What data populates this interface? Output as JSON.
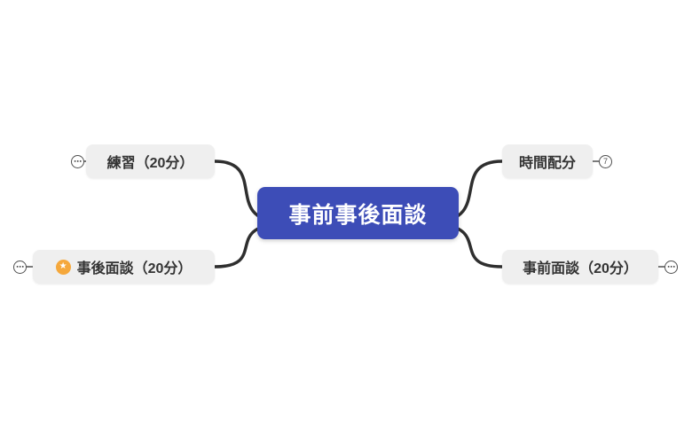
{
  "colors": {
    "root_bg": "#3d4db7",
    "root_text": "#ffffff",
    "branch_bg": "#efefef",
    "branch_text": "#333333",
    "connector": "#2f2f2f",
    "handle_border": "#4f4f4f",
    "star_badge": "#f5a83c"
  },
  "icons": {
    "star_glyph": "★"
  },
  "mindmap": {
    "root": {
      "label": "事前事後面談"
    },
    "branches": [
      {
        "label": "練習（20分）",
        "handle": "⋯",
        "side": "left-top"
      },
      {
        "label": "時間配分",
        "handle": "7",
        "side": "right-top"
      },
      {
        "label": "事後面談（20分）",
        "handle": "⋯",
        "side": "left-bottom",
        "icon": "star"
      },
      {
        "label": "事前面談（20分）",
        "handle": "⋯",
        "side": "right-bottom"
      }
    ]
  }
}
